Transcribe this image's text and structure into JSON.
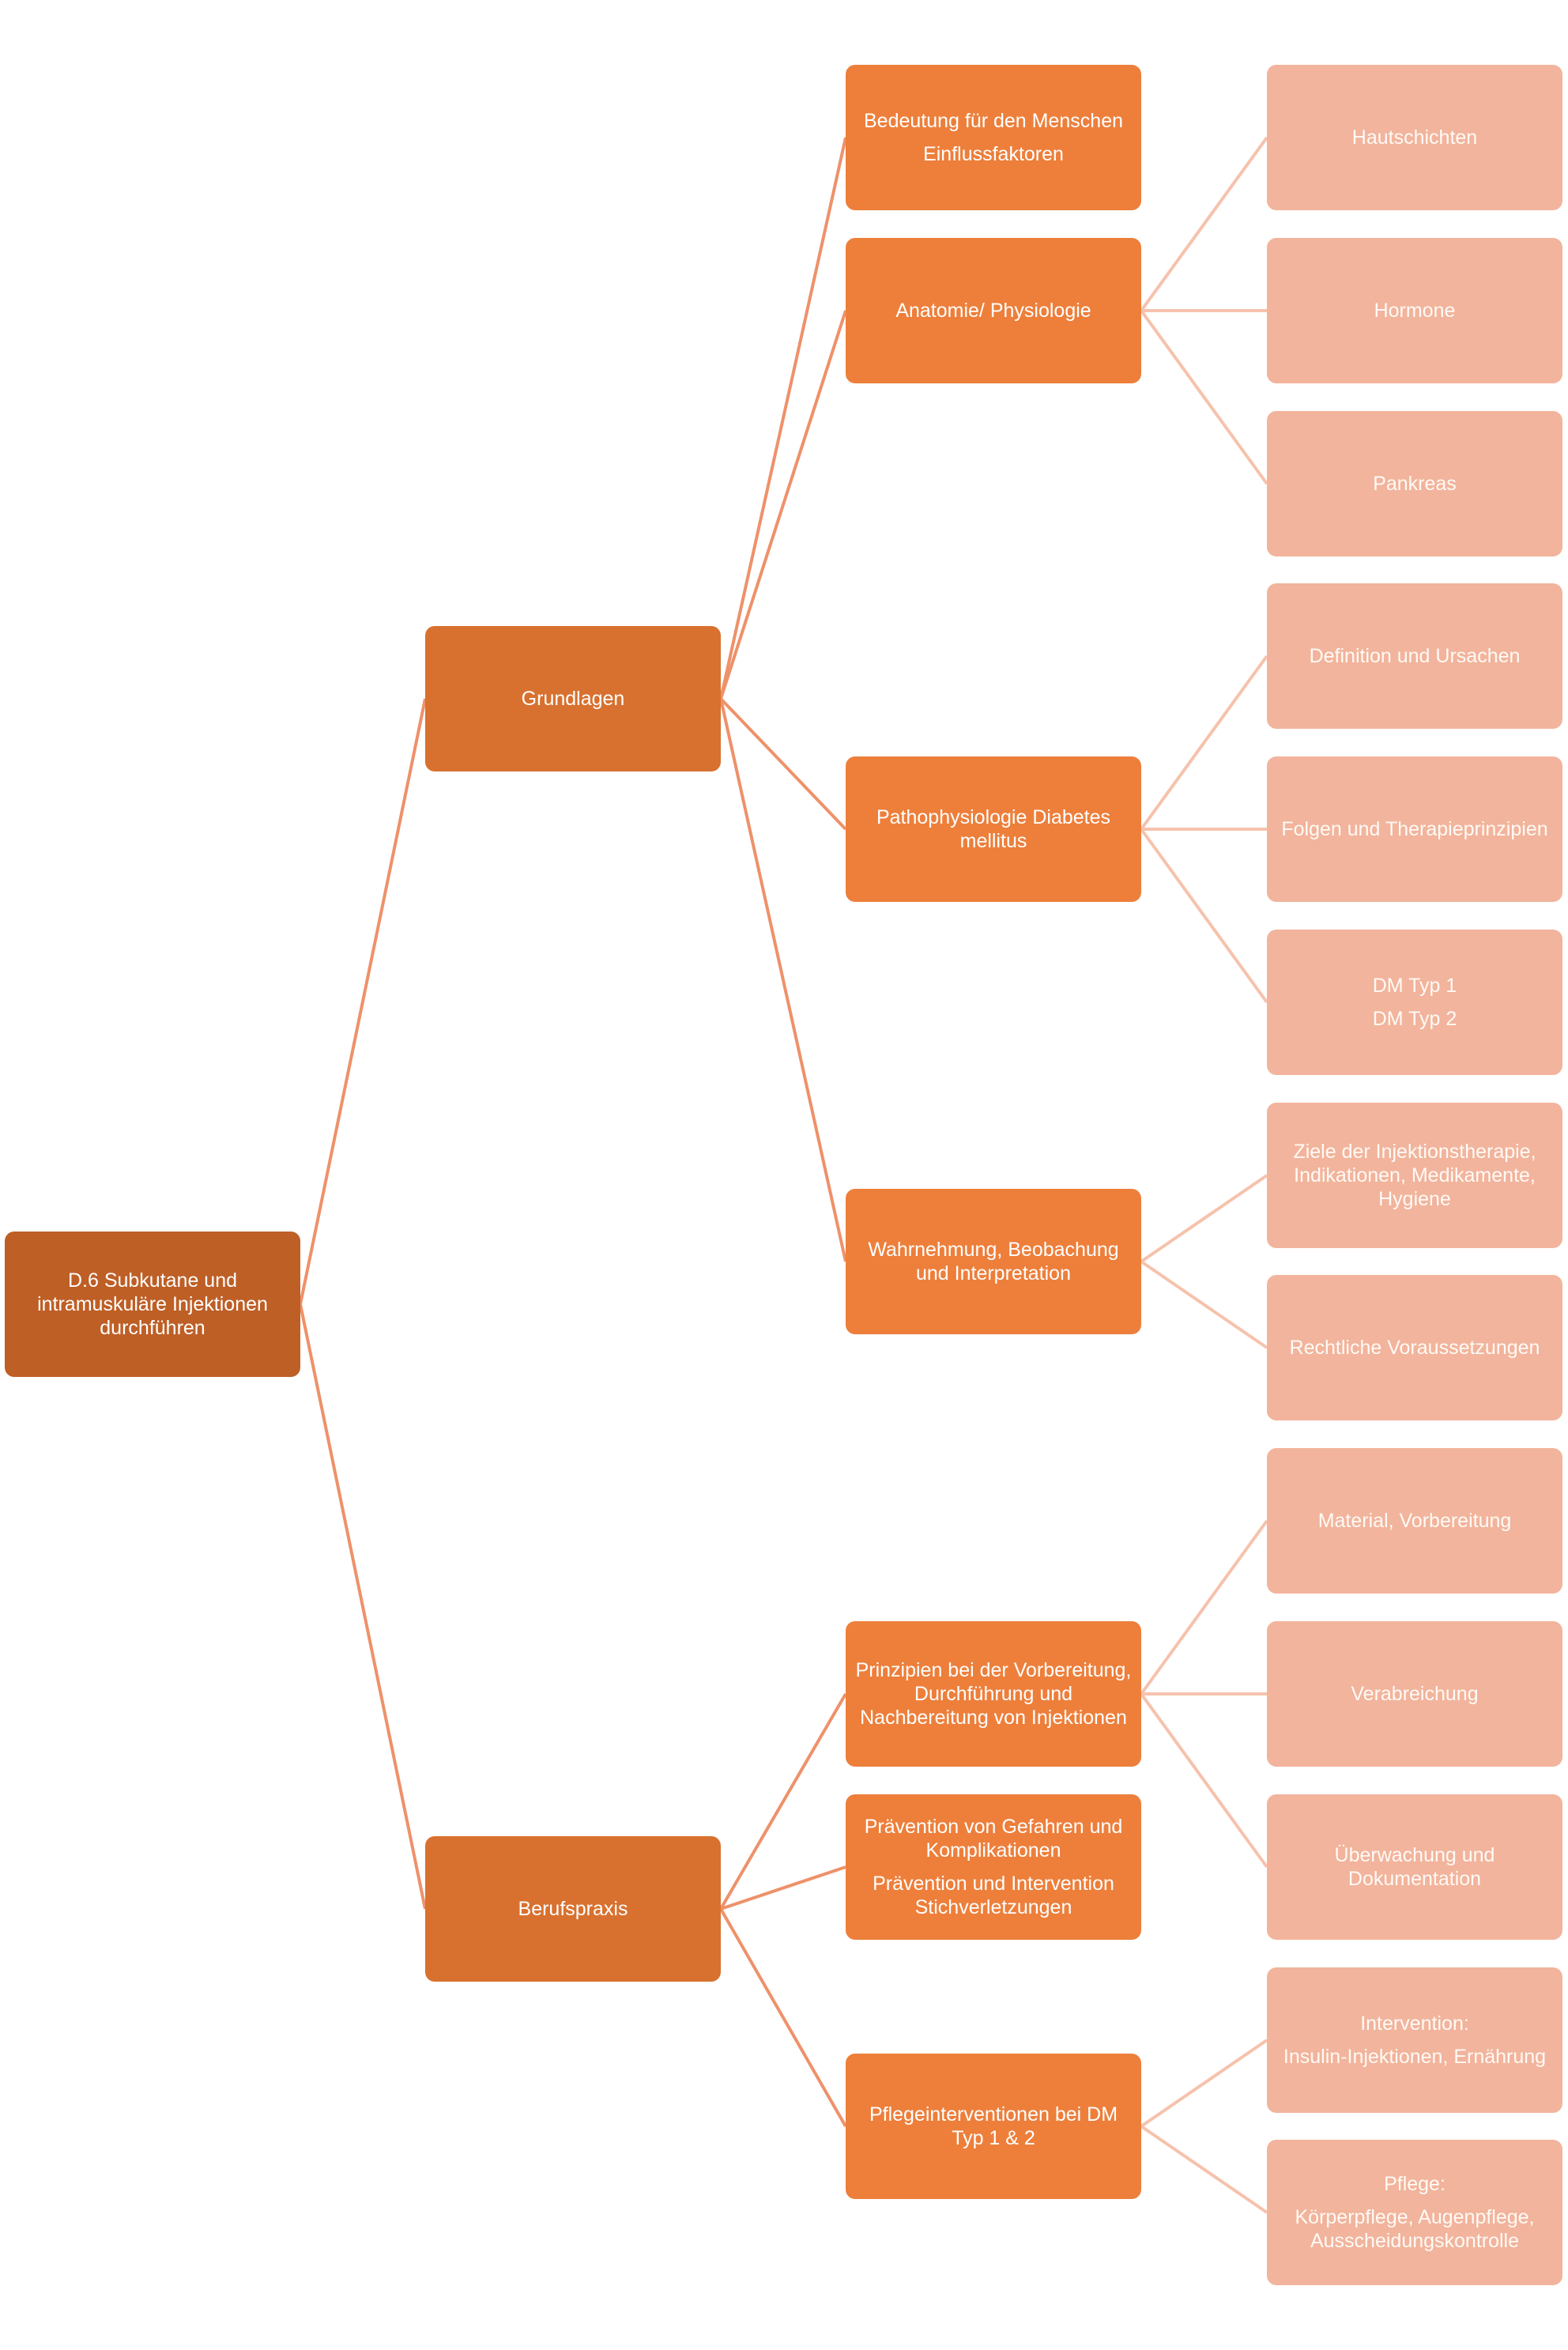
{
  "colors": {
    "level0": "#be5f26",
    "level1": "#d8712f",
    "level2": "#ed7f3b",
    "level3": "#f2b49c",
    "connector_main": "#ee916a",
    "connector_sub": "#f6c2ad"
  },
  "root": {
    "lines": [
      "D.6 Subkutane und",
      "intramuskuläre Injektionen",
      "durchführen"
    ]
  },
  "branches": [
    {
      "label": "Grundlagen",
      "topics": [
        {
          "paragraphs": [
            [
              "Bedeutung für den Menschen"
            ],
            [
              "Einflussfaktoren"
            ]
          ],
          "details": []
        },
        {
          "paragraphs": [
            [
              "Anatomie/ Physiologie"
            ]
          ],
          "details": [
            {
              "paragraphs": [
                [
                  "Hautschichten"
                ]
              ]
            },
            {
              "paragraphs": [
                [
                  "Hormone"
                ]
              ]
            },
            {
              "paragraphs": [
                [
                  "Pankreas"
                ]
              ]
            }
          ]
        },
        {
          "paragraphs": [
            [
              "Pathophysiologie Diabetes",
              "mellitus"
            ]
          ],
          "details": [
            {
              "paragraphs": [
                [
                  "Definition und Ursachen"
                ]
              ]
            },
            {
              "paragraphs": [
                [
                  "Folgen und Therapieprinzipien"
                ]
              ]
            },
            {
              "paragraphs": [
                [
                  "DM Typ 1"
                ],
                [
                  "DM Typ 2"
                ]
              ]
            }
          ]
        },
        {
          "paragraphs": [
            [
              "Wahrnehmung, Beobachung",
              "und Interpretation"
            ]
          ],
          "details": [
            {
              "paragraphs": [
                [
                  "Ziele der Injektionstherapie,",
                  "Indikationen, Medikamente,",
                  "Hygiene"
                ]
              ]
            },
            {
              "paragraphs": [
                [
                  "Rechtliche Voraussetzungen"
                ]
              ]
            }
          ]
        }
      ]
    },
    {
      "label": "Berufspraxis",
      "topics": [
        {
          "paragraphs": [
            [
              "Prinzipien bei der Vorbereitung,",
              "Durchführung und",
              "Nachbereitung von Injektionen"
            ]
          ],
          "details": [
            {
              "paragraphs": [
                [
                  "Material, Vorbereitung"
                ]
              ]
            },
            {
              "paragraphs": [
                [
                  "Verabreichung"
                ]
              ]
            },
            {
              "paragraphs": [
                [
                  "Überwachung und",
                  "Dokumentation"
                ]
              ]
            }
          ]
        },
        {
          "paragraphs": [
            [
              "Prävention von Gefahren und",
              "Komplikationen"
            ],
            [
              "Prävention und Intervention",
              "Stichverletzungen"
            ]
          ],
          "details": []
        },
        {
          "paragraphs": [
            [
              "Pflegeinterventionen bei DM",
              "Typ 1 & 2"
            ]
          ],
          "details": [
            {
              "paragraphs": [
                [
                  "Intervention:"
                ],
                [
                  "Insulin-Injektionen, Ernährung"
                ]
              ]
            },
            {
              "paragraphs": [
                [
                  "Pflege:"
                ],
                [
                  "Körperpflege, Augenpflege,",
                  "Ausscheidungskontrolle"
                ]
              ]
            }
          ]
        }
      ]
    }
  ]
}
